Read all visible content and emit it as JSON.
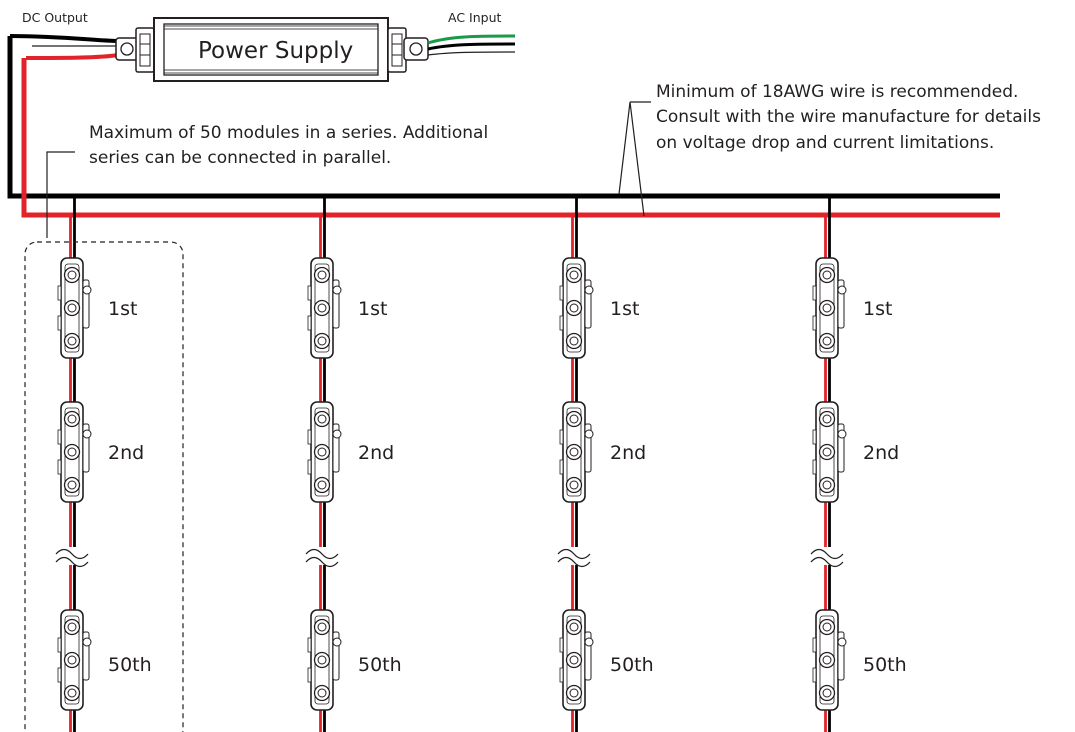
{
  "power_supply": {
    "title": "Power Supply",
    "dc_output_label": "DC Output",
    "ac_input_label": "AC Input"
  },
  "notes": {
    "series_limit": [
      "Maximum of 50 modules in a series. Additional",
      "series can be connected in parallel."
    ],
    "wire_gauge": [
      "Minimum of 18AWG wire is recommended.",
      "Consult with the wire manufacture for details",
      "on voltage drop and current limitations."
    ]
  },
  "module_labels": [
    "1st",
    "2nd",
    "50th"
  ],
  "series_count": 4,
  "colors": {
    "negative_wire": "#000000",
    "positive_wire": "#e3232a",
    "ac_ground": "#1a9a48",
    "module_body": "#ffffff",
    "outline": "#231f20"
  },
  "icons": {
    "module": "led-module-icon",
    "break": "wire-break-icon"
  }
}
